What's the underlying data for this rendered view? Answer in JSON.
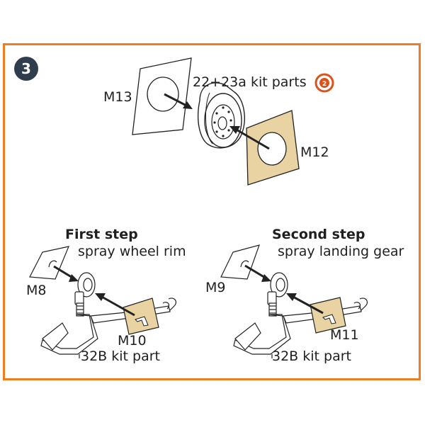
{
  "step": {
    "number": "3"
  },
  "top": {
    "label_m13": "M13",
    "label_kit_parts": "22+23a kit parts",
    "label_m12": "M12",
    "ref_icon": {
      "name": "refer-step-icon",
      "text": "2",
      "color": "#d9531e"
    }
  },
  "left": {
    "title": "First step",
    "subtitle": "spray wheel rim",
    "label_m8": "M8",
    "label_m10": "M10",
    "kit_part": "32B kit part"
  },
  "right": {
    "title": "Second step",
    "subtitle": "spray landing gear",
    "label_m9": "M9",
    "label_m11": "M11",
    "kit_part": "32B kit part"
  },
  "colors": {
    "frame": "#ef7d22",
    "mask": "#e9d3a3",
    "badge": "#2f3d4c",
    "line": "#222222"
  }
}
